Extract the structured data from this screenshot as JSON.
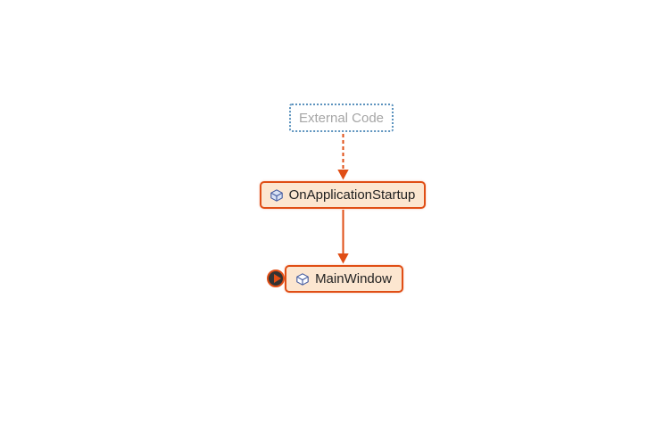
{
  "diagram": {
    "type": "code-map-call-graph",
    "nodes": [
      {
        "id": "external-code",
        "label": "External Code",
        "kind": "external-group",
        "icon": null
      },
      {
        "id": "on-application-startup",
        "label": "OnApplicationStartup",
        "kind": "method",
        "icon": "cube-icon"
      },
      {
        "id": "main-window",
        "label": "MainWindow",
        "kind": "class",
        "icon": "cube-outline-icon"
      }
    ],
    "edges": [
      {
        "from": "External Code",
        "to": "OnApplicationStartup",
        "style": "dashed",
        "direction": "down",
        "color": "#E04E15"
      },
      {
        "from": "OnApplicationStartup",
        "to": "MainWindow",
        "style": "solid",
        "direction": "down",
        "color": "#E04E15"
      }
    ],
    "badges": [
      {
        "attached_to": "MainWindow",
        "name": "expand-incoming-links-badge",
        "shape": "dark-circle-with-orange-right-arrow"
      }
    ],
    "colors": {
      "background": "#FFFFFF",
      "node_fill": "#FCE6D0",
      "node_border": "#E04E15",
      "node_text": "#1F1F1F",
      "external_border": "#5C93BE",
      "external_text": "#A6A6A6",
      "edge": "#E04E15",
      "icon_blue": "#41589E",
      "badge_fill": "#333333"
    }
  }
}
